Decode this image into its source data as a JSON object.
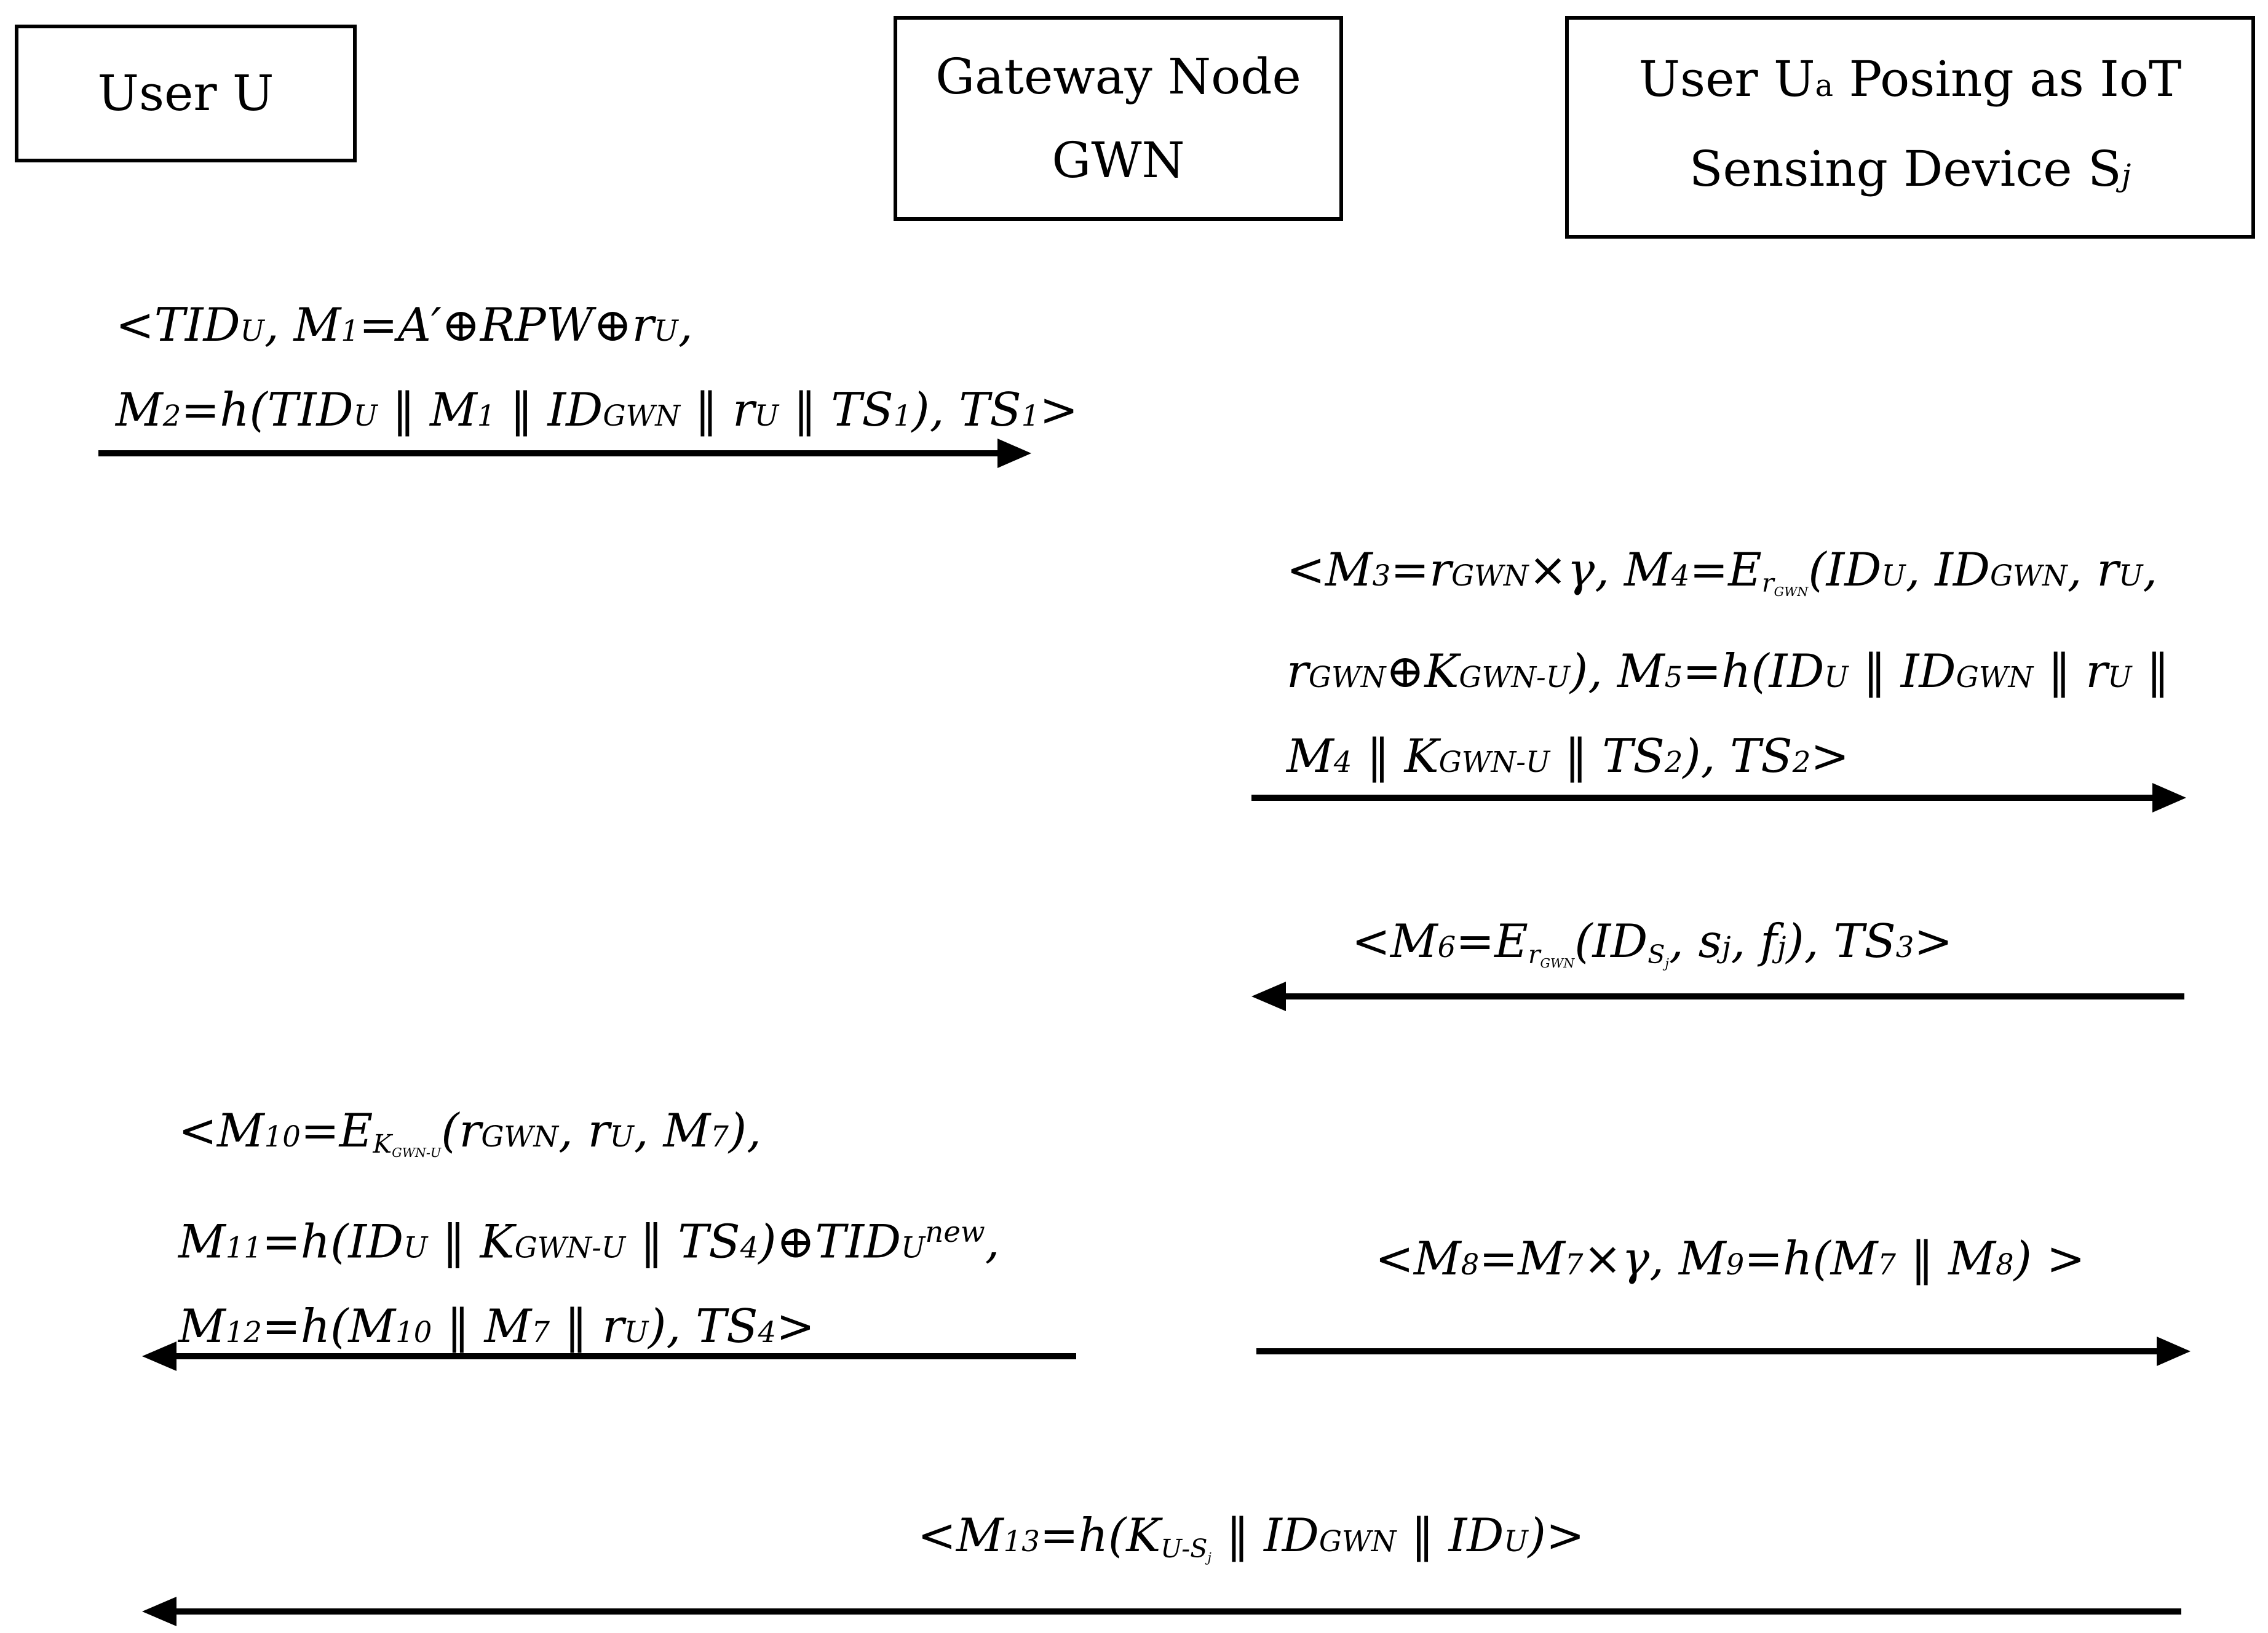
{
  "entities": {
    "user": {
      "line1": "User U"
    },
    "gateway": {
      "line1": "Gateway Node",
      "line2": "GWN"
    },
    "attacker": {
      "line1_a": "User U",
      "line1_sub": "a",
      "line1_b": " Posing as IoT",
      "line2_a": "Sensing Device S",
      "line2_sub": "j"
    }
  },
  "messages": [
    {
      "direction": "right",
      "from": "User U",
      "to": "Gateway Node GWN",
      "lines": [
        "<TIDU, M1=A′⊕RPW⊕rU,",
        "M2=h(TIDU ‖ M1 ‖ IDGWN ‖ rU ‖ TS1), TS1>"
      ]
    },
    {
      "direction": "right",
      "from": "Gateway Node GWN",
      "to": "User Ua Posing as IoT Sensing Device Sj",
      "lines": [
        "<M3=rGWN×γ, M4=ErGWN(IDU, IDGWN, rU,",
        "rGWN⊕KGWN-U), M5=h(IDU ‖ IDGWN ‖ rU ‖",
        "M4 ‖ KGWN-U ‖ TS2), TS2>"
      ]
    },
    {
      "direction": "left",
      "from": "User Ua Posing as IoT Sensing Device Sj",
      "to": "Gateway Node GWN",
      "lines": [
        "<M6=ErGWN(IDSj, sj, fj), TS3>"
      ]
    },
    {
      "direction": "left",
      "from": "Gateway Node GWN",
      "to": "User U",
      "lines": [
        "<M10=EKGWN-U(rGWN, rU, M7),",
        "M11=h(IDU ‖ KGWN-U ‖ TS4)⊕TIDUnew,",
        "M12=h(M10 ‖ M7 ‖ rU), TS4>"
      ]
    },
    {
      "direction": "right",
      "from": "Gateway Node GWN",
      "to": "User Ua Posing as IoT Sensing Device Sj",
      "lines": [
        "<M8=M7×γ, M9=h(M7 ‖ M8) >"
      ]
    },
    {
      "direction": "left",
      "from": "User Ua Posing as IoT Sensing Device Sj",
      "to": "User U",
      "lines": [
        "<M13=h(KU-Sj ‖ IDGWN ‖ IDU)>"
      ]
    }
  ]
}
